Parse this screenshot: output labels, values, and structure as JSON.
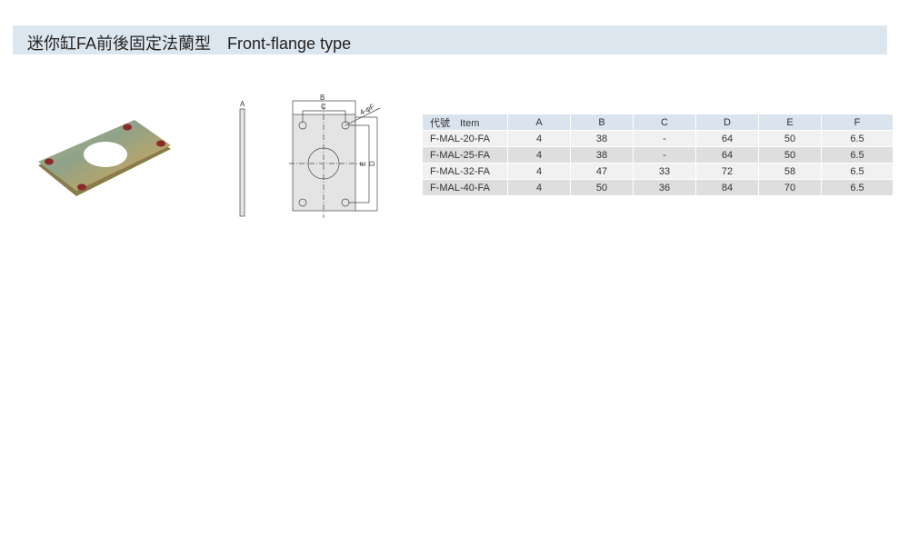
{
  "header": {
    "title_zh": "迷你缸FA前後固定法蘭型",
    "title_en": "Front-flange type"
  },
  "drawing": {
    "label_a": "A",
    "label_b": "B",
    "label_c": "C",
    "label_d": "D",
    "label_e": "E",
    "label_f": "4-φF"
  },
  "table": {
    "headers": [
      "代號　Item",
      "A",
      "B",
      "C",
      "D",
      "E",
      "F"
    ],
    "rows": [
      [
        "F-MAL-20-FA",
        "4",
        "38",
        "-",
        "64",
        "50",
        "6.5"
      ],
      [
        "F-MAL-25-FA",
        "4",
        "38",
        "-",
        "64",
        "50",
        "6.5"
      ],
      [
        "F-MAL-32-FA",
        "4",
        "47",
        "33",
        "72",
        "58",
        "6.5"
      ],
      [
        "F-MAL-40-FA",
        "4",
        "50",
        "36",
        "84",
        "70",
        "6.5"
      ]
    ]
  }
}
